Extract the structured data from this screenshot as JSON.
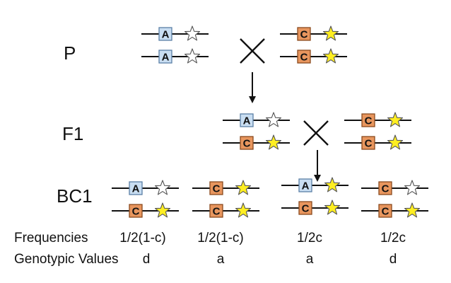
{
  "generations": [
    {
      "key": "p",
      "label": "P"
    },
    {
      "key": "f1",
      "label": "F1"
    },
    {
      "key": "bc1",
      "label": "BC1"
    }
  ],
  "allele_labels": {
    "A": "A",
    "C": "C"
  },
  "colors": {
    "allele_A": "#c9def2",
    "allele_C": "#e8965e",
    "star_yellow": "#ffee22",
    "star_white": "#ffffff",
    "line": "#111111"
  },
  "p_parent1": [
    {
      "allele": "A",
      "star": "white"
    },
    {
      "allele": "A",
      "star": "white"
    }
  ],
  "p_parent2": [
    {
      "allele": "C",
      "star": "yellow"
    },
    {
      "allele": "C",
      "star": "yellow"
    }
  ],
  "f1_parent1": [
    {
      "allele": "A",
      "star": "white"
    },
    {
      "allele": "C",
      "star": "yellow"
    }
  ],
  "f1_parent2": [
    {
      "allele": "C",
      "star": "yellow"
    },
    {
      "allele": "C",
      "star": "yellow"
    }
  ],
  "bc1_offspring": [
    [
      {
        "allele": "A",
        "star": "white"
      },
      {
        "allele": "C",
        "star": "yellow"
      }
    ],
    [
      {
        "allele": "C",
        "star": "yellow"
      },
      {
        "allele": "C",
        "star": "yellow"
      }
    ],
    [
      {
        "allele": "A",
        "star": "yellow"
      },
      {
        "allele": "C",
        "star": "yellow"
      }
    ],
    [
      {
        "allele": "C",
        "star": "white"
      },
      {
        "allele": "C",
        "star": "yellow"
      }
    ]
  ],
  "rows": {
    "frequencies_label": "Frequencies",
    "genotypic_values_label": "Genotypic Values",
    "frequencies": [
      "1/2(1-c)",
      "1/2(1-c)",
      "1/2c",
      "1/2c"
    ],
    "genotypic_values": [
      "d",
      "a",
      "a",
      "d"
    ]
  }
}
